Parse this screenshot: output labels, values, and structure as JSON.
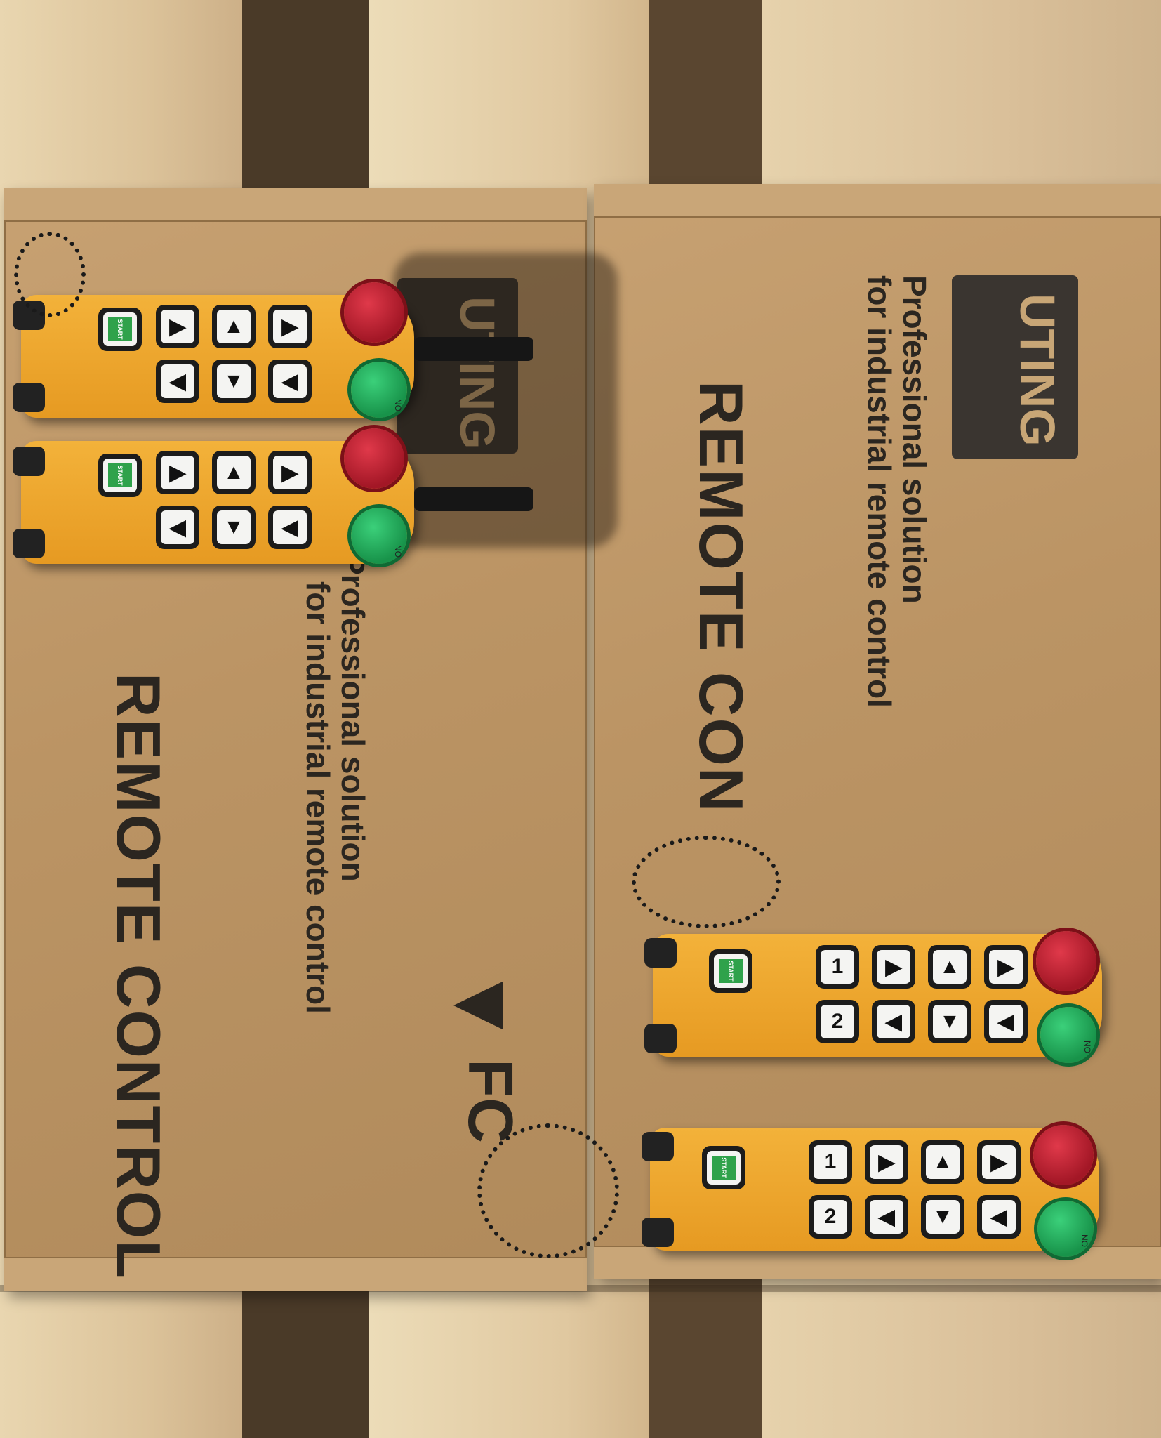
{
  "box_left": {
    "brand": "UTING",
    "tagline_1": "Professional solution",
    "tagline_2": "for industrial remote control",
    "headline": "REMOTE CONTROL",
    "cert": "FC"
  },
  "box_right": {
    "brand": "UTING",
    "tagline_1": "Professional solution",
    "tagline_2": "for industrial remote control",
    "headline": "REMOTE CON"
  },
  "remotes": [
    {
      "start_label": "START",
      "switch_label": "NO"
    },
    {
      "start_label": "START",
      "switch_label": "NO"
    },
    {
      "start_label": "START",
      "switch_label": "NO",
      "key_1": "1",
      "key_2": "2"
    },
    {
      "start_label": "START",
      "switch_label": "NO",
      "key_1": "1",
      "key_2": "2"
    }
  ],
  "colors": {
    "cardboard": "#bb9464",
    "remote_body": "#f3b23a",
    "stop_button": "#c0202f",
    "key_switch": "#22a856",
    "start_key": "#2fa24b"
  }
}
